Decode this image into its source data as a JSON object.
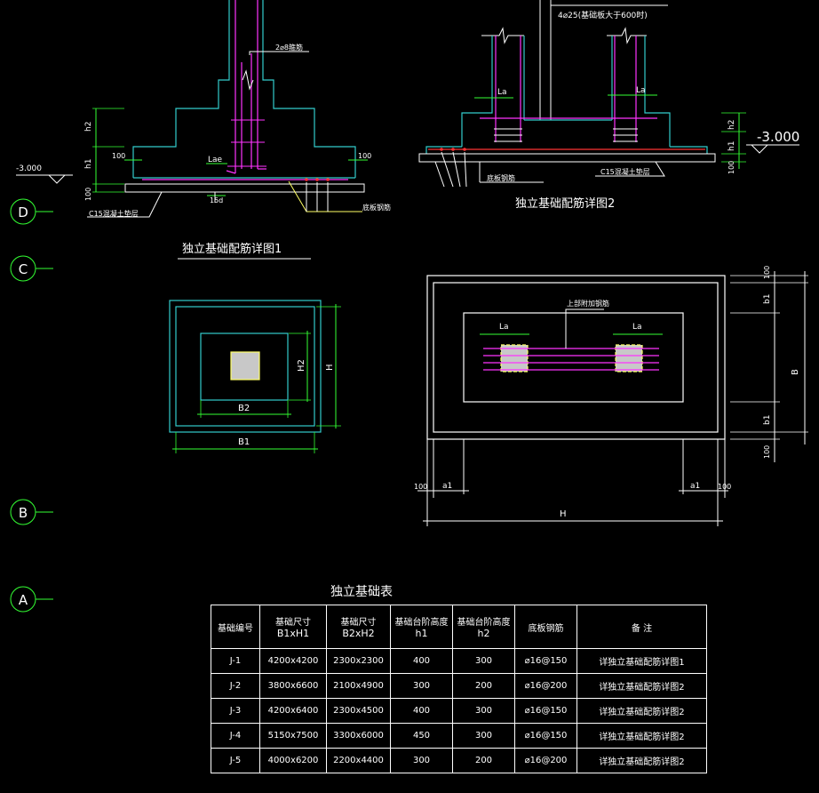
{
  "colors": {
    "background": "#000000",
    "structure_cyan": "#33cccc",
    "rebar_magenta": "#ff33ff",
    "dimension_green": "#33ff33",
    "text_white": "#ffffff",
    "axis_circle_green": "#33ff33",
    "grade_yellow": "#ffff66",
    "col_grey": "#c8c8c8",
    "bottom_rebar_red": "#ff3333"
  },
  "axes": {
    "d": "D",
    "c": "C",
    "b": "B",
    "a": "A"
  },
  "detail1": {
    "title": "独立基础配筋详图1",
    "level": "-3.000",
    "label_2d8": "2⌀8箍筋",
    "label_lae": "Lae",
    "label_15d": "15d",
    "label_c15": "C15混凝土垫层",
    "label_bottom_rebar": "底板钢筋",
    "dim_h2": "h2",
    "dim_h1": "h1",
    "dim_100_bottom": "100",
    "dim_100_left": "100",
    "dim_100_right": "100"
  },
  "detail2": {
    "title": "独立基础配筋详图2",
    "top_note1": "4⌀25(基础板大于600时)",
    "level": "-3.000",
    "label_la_left": "La",
    "label_la_right": "La",
    "label_c15": "C15混凝土垫层",
    "label_bottom_rebar": "底板钢筋",
    "dim_h2": "h2",
    "dim_h1": "h1",
    "dim_100": "100"
  },
  "plan1": {
    "dim_h2": "H2",
    "dim_h": "H",
    "dim_b2": "B2",
    "dim_b1": "B1"
  },
  "plan2": {
    "label_top_rebar": "上部附加钢筋",
    "label_la_left": "La",
    "label_la_right": "La",
    "dim_100_top": "100",
    "dim_b1_top": "b1",
    "dim_B": "B",
    "dim_b1_bottom": "b1",
    "dim_100_bottom": "100",
    "dim_100_left": "100",
    "dim_a1_left": "a1",
    "dim_a1_right": "a1",
    "dim_100_right": "100",
    "dim_H": "H"
  },
  "table": {
    "title": "独立基础表",
    "headers": [
      {
        "line1": "基础编号",
        "line2": ""
      },
      {
        "line1": "基础尺寸",
        "line2": "B1xH1"
      },
      {
        "line1": "基础尺寸",
        "line2": "B2xH2"
      },
      {
        "line1": "基础台阶高度",
        "line2": "h1"
      },
      {
        "line1": "基础台阶高度",
        "line2": "h2"
      },
      {
        "line1": "底板钢筋",
        "line2": ""
      },
      {
        "line1": "备 注",
        "line2": ""
      }
    ],
    "rows": [
      [
        "J-1",
        "4200x4200",
        "2300x2300",
        "400",
        "300",
        "⌀16@150",
        "详独立基础配筋详图1"
      ],
      [
        "J-2",
        "3800x6600",
        "2100x4900",
        "300",
        "200",
        "⌀16@200",
        "详独立基础配筋详图2"
      ],
      [
        "J-3",
        "4200x6400",
        "2300x4500",
        "400",
        "300",
        "⌀16@150",
        "详独立基础配筋详图2"
      ],
      [
        "J-4",
        "5150x7500",
        "3300x6000",
        "450",
        "300",
        "⌀16@150",
        "详独立基础配筋详图2"
      ],
      [
        "J-5",
        "4000x6200",
        "2200x4400",
        "300",
        "200",
        "⌀16@200",
        "详独立基础配筋详图2"
      ]
    ]
  }
}
